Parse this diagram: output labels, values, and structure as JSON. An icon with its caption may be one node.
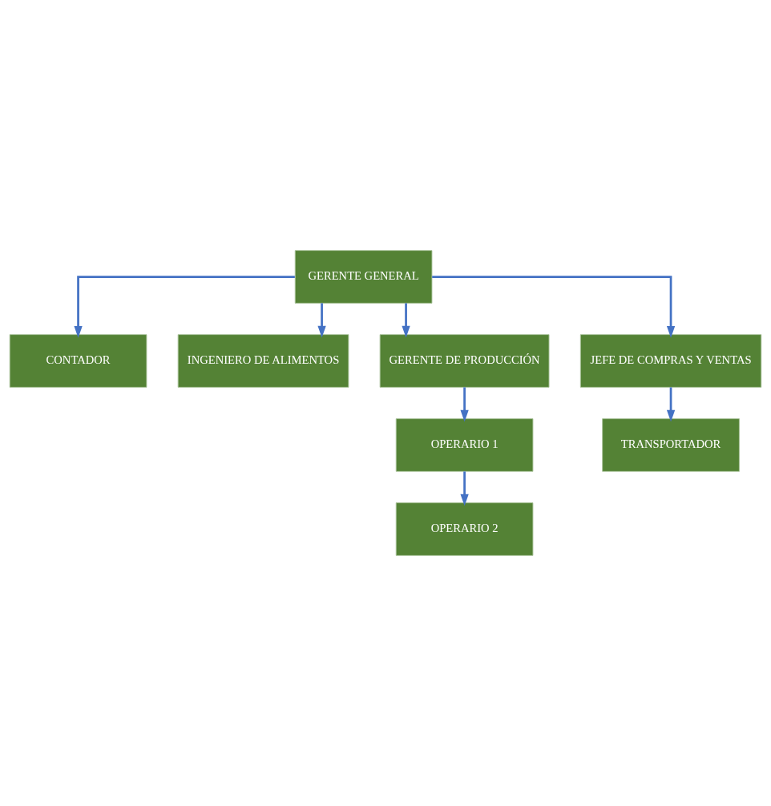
{
  "diagram": {
    "nodes": [
      {
        "text": [
          "GERENTE GENERAL"
        ]
      },
      {
        "text": [
          "CONTADOR"
        ]
      },
      {
        "text": [
          "INGENIERO DE ALIMENTOS"
        ]
      },
      {
        "text": [
          "GERENTE DE PRODUCCIÓN"
        ]
      },
      {
        "text": [
          "JEFE DE COMPRAS Y VENTAS"
        ]
      },
      {
        "text": [
          "OPERARIO 1"
        ]
      },
      {
        "text": [
          "OPERARIO 2"
        ]
      },
      {
        "text": [
          "TRANSPORTADOR"
        ]
      }
    ],
    "edges": [
      {
        "from": 0,
        "to": 1,
        "arrow": "to"
      },
      {
        "from": 0,
        "to": 2,
        "arrow": "to"
      },
      {
        "from": 0,
        "to": 3,
        "arrow": "to"
      },
      {
        "from": 0,
        "to": 4,
        "arrow": "to"
      },
      {
        "from": 3,
        "to": 5,
        "arrow": "to"
      },
      {
        "from": 5,
        "to": 6,
        "arrow": "to"
      },
      {
        "from": 4,
        "to": 7,
        "arrow": "to"
      }
    ]
  }
}
